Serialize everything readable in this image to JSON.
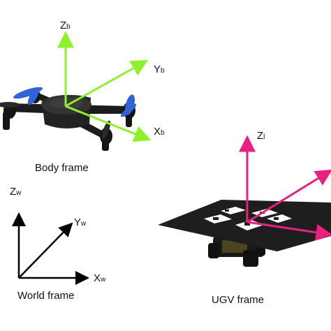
{
  "colors": {
    "body_frame_axes": "#8ef12b",
    "ugv_frame_axes": "#e8217e",
    "world_frame_axes": "#000000",
    "drone_body": "#1c1c1c",
    "propeller_front": "#2f64d8",
    "landing_pad": "#1e1e1e",
    "marker": "#ffffff"
  },
  "body_frame": {
    "z_main": "Z",
    "z_sub": "b",
    "y_main": "Y",
    "y_sub": "b",
    "x_main": "X",
    "x_sub": "b",
    "caption": "Body frame"
  },
  "ugv_frame": {
    "z_main": "Z",
    "z_sub": "l",
    "caption": "UGV frame"
  },
  "world_frame": {
    "z_main": "Z",
    "z_sub": "w",
    "y_main": "Y",
    "y_sub": "w",
    "x_main": "X",
    "x_sub": "w",
    "caption": "World frame"
  },
  "icons": {
    "drone": "quadcopter-drone-icon",
    "ugv": "ground-vehicle-with-marker-pad-icon"
  }
}
